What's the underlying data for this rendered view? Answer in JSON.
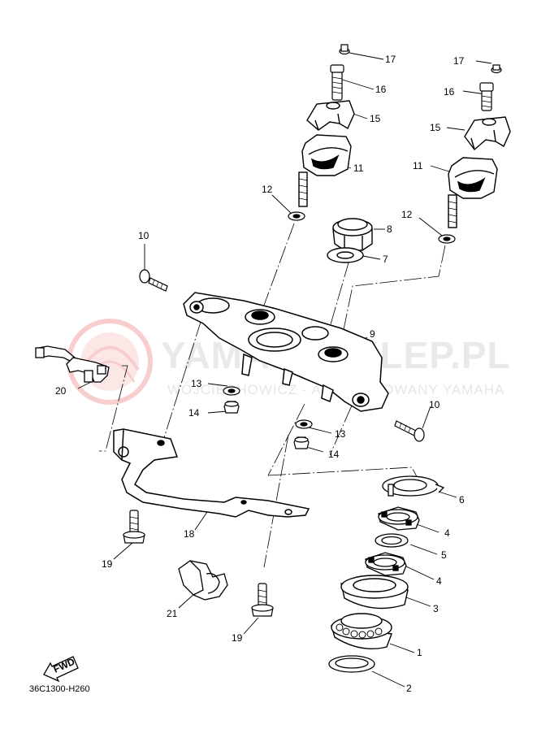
{
  "watermark": {
    "title": "YAMAHASKLEP.PL",
    "subtitle": "WÓJCIECHOWICZ - AUTORYZOWANY YAMAHA",
    "logo_color": "#f4a6a6"
  },
  "diagram_code": "36C1300-H260",
  "fwd_label": "FWD",
  "callouts": [
    "1",
    "2",
    "3",
    "4",
    "4",
    "5",
    "6",
    "7",
    "8",
    "9",
    "10",
    "10",
    "11",
    "11",
    "12",
    "12",
    "13",
    "13",
    "14",
    "14",
    "15",
    "15",
    "16",
    "16",
    "17",
    "17",
    "18",
    "19",
    "19",
    "20",
    "21"
  ]
}
